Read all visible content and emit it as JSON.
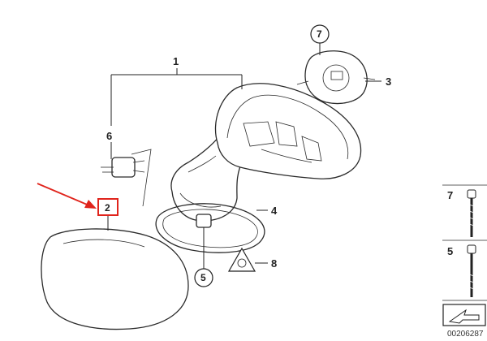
{
  "labels": {
    "p1": "1",
    "p2": "2",
    "p3": "3",
    "p4": "4",
    "p5": "5",
    "p6": "6",
    "p7": "7",
    "p8": "8",
    "side7": "7",
    "side5": "5"
  },
  "reference_number": "00206287",
  "highlight": {
    "color": "#e0241c",
    "highlighted_part": "2"
  }
}
